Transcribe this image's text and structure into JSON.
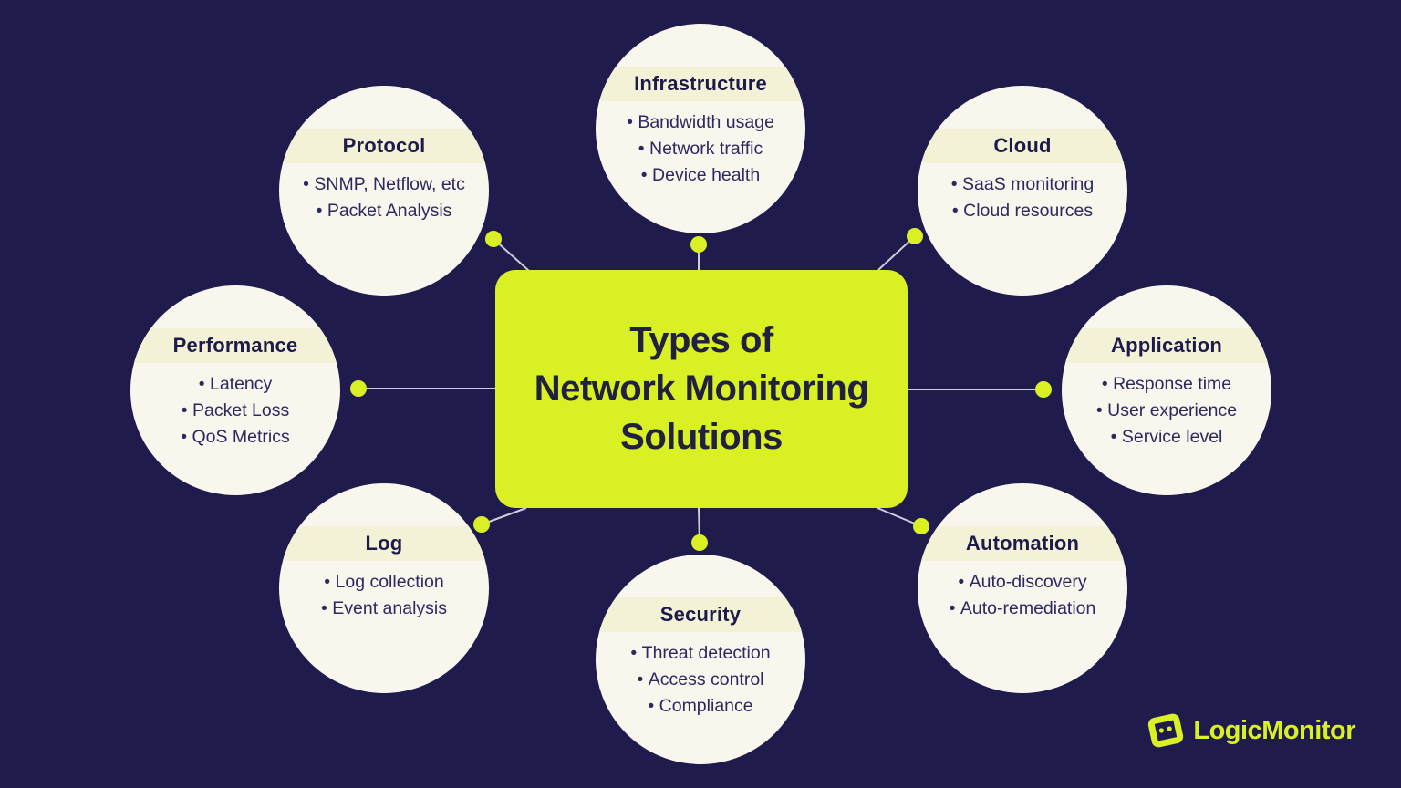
{
  "colors": {
    "background": "#201b4d",
    "accent_green": "#d9f024",
    "circle_fill": "#f8f6ed",
    "title_band_fill": "#f4f2d6",
    "text_navy": "#1e1b4c",
    "connector_line": "#cdcedd"
  },
  "center": {
    "title_lines": [
      "Types of",
      "Network Monitoring",
      "Solutions"
    ]
  },
  "nodes": [
    {
      "title": "Protocol",
      "items": [
        "SNMP, Netflow, etc",
        "Packet Analysis"
      ]
    },
    {
      "title": "Infrastructure",
      "items": [
        "Bandwidth usage",
        "Network traffic",
        "Device health"
      ]
    },
    {
      "title": "Cloud",
      "items": [
        "SaaS monitoring",
        "Cloud resources"
      ]
    },
    {
      "title": "Performance",
      "items": [
        "Latency",
        "Packet Loss",
        "QoS Metrics"
      ]
    },
    {
      "title": "Application",
      "items": [
        "Response time",
        "User experience",
        "Service level"
      ]
    },
    {
      "title": "Log",
      "items": [
        "Log collection",
        "Event analysis"
      ]
    },
    {
      "title": "Security",
      "items": [
        "Threat detection",
        "Access control",
        "Compliance"
      ]
    },
    {
      "title": "Automation",
      "items": [
        "Auto-discovery",
        "Auto-remediation"
      ]
    }
  ],
  "brand": {
    "name": "LogicMonitor"
  }
}
